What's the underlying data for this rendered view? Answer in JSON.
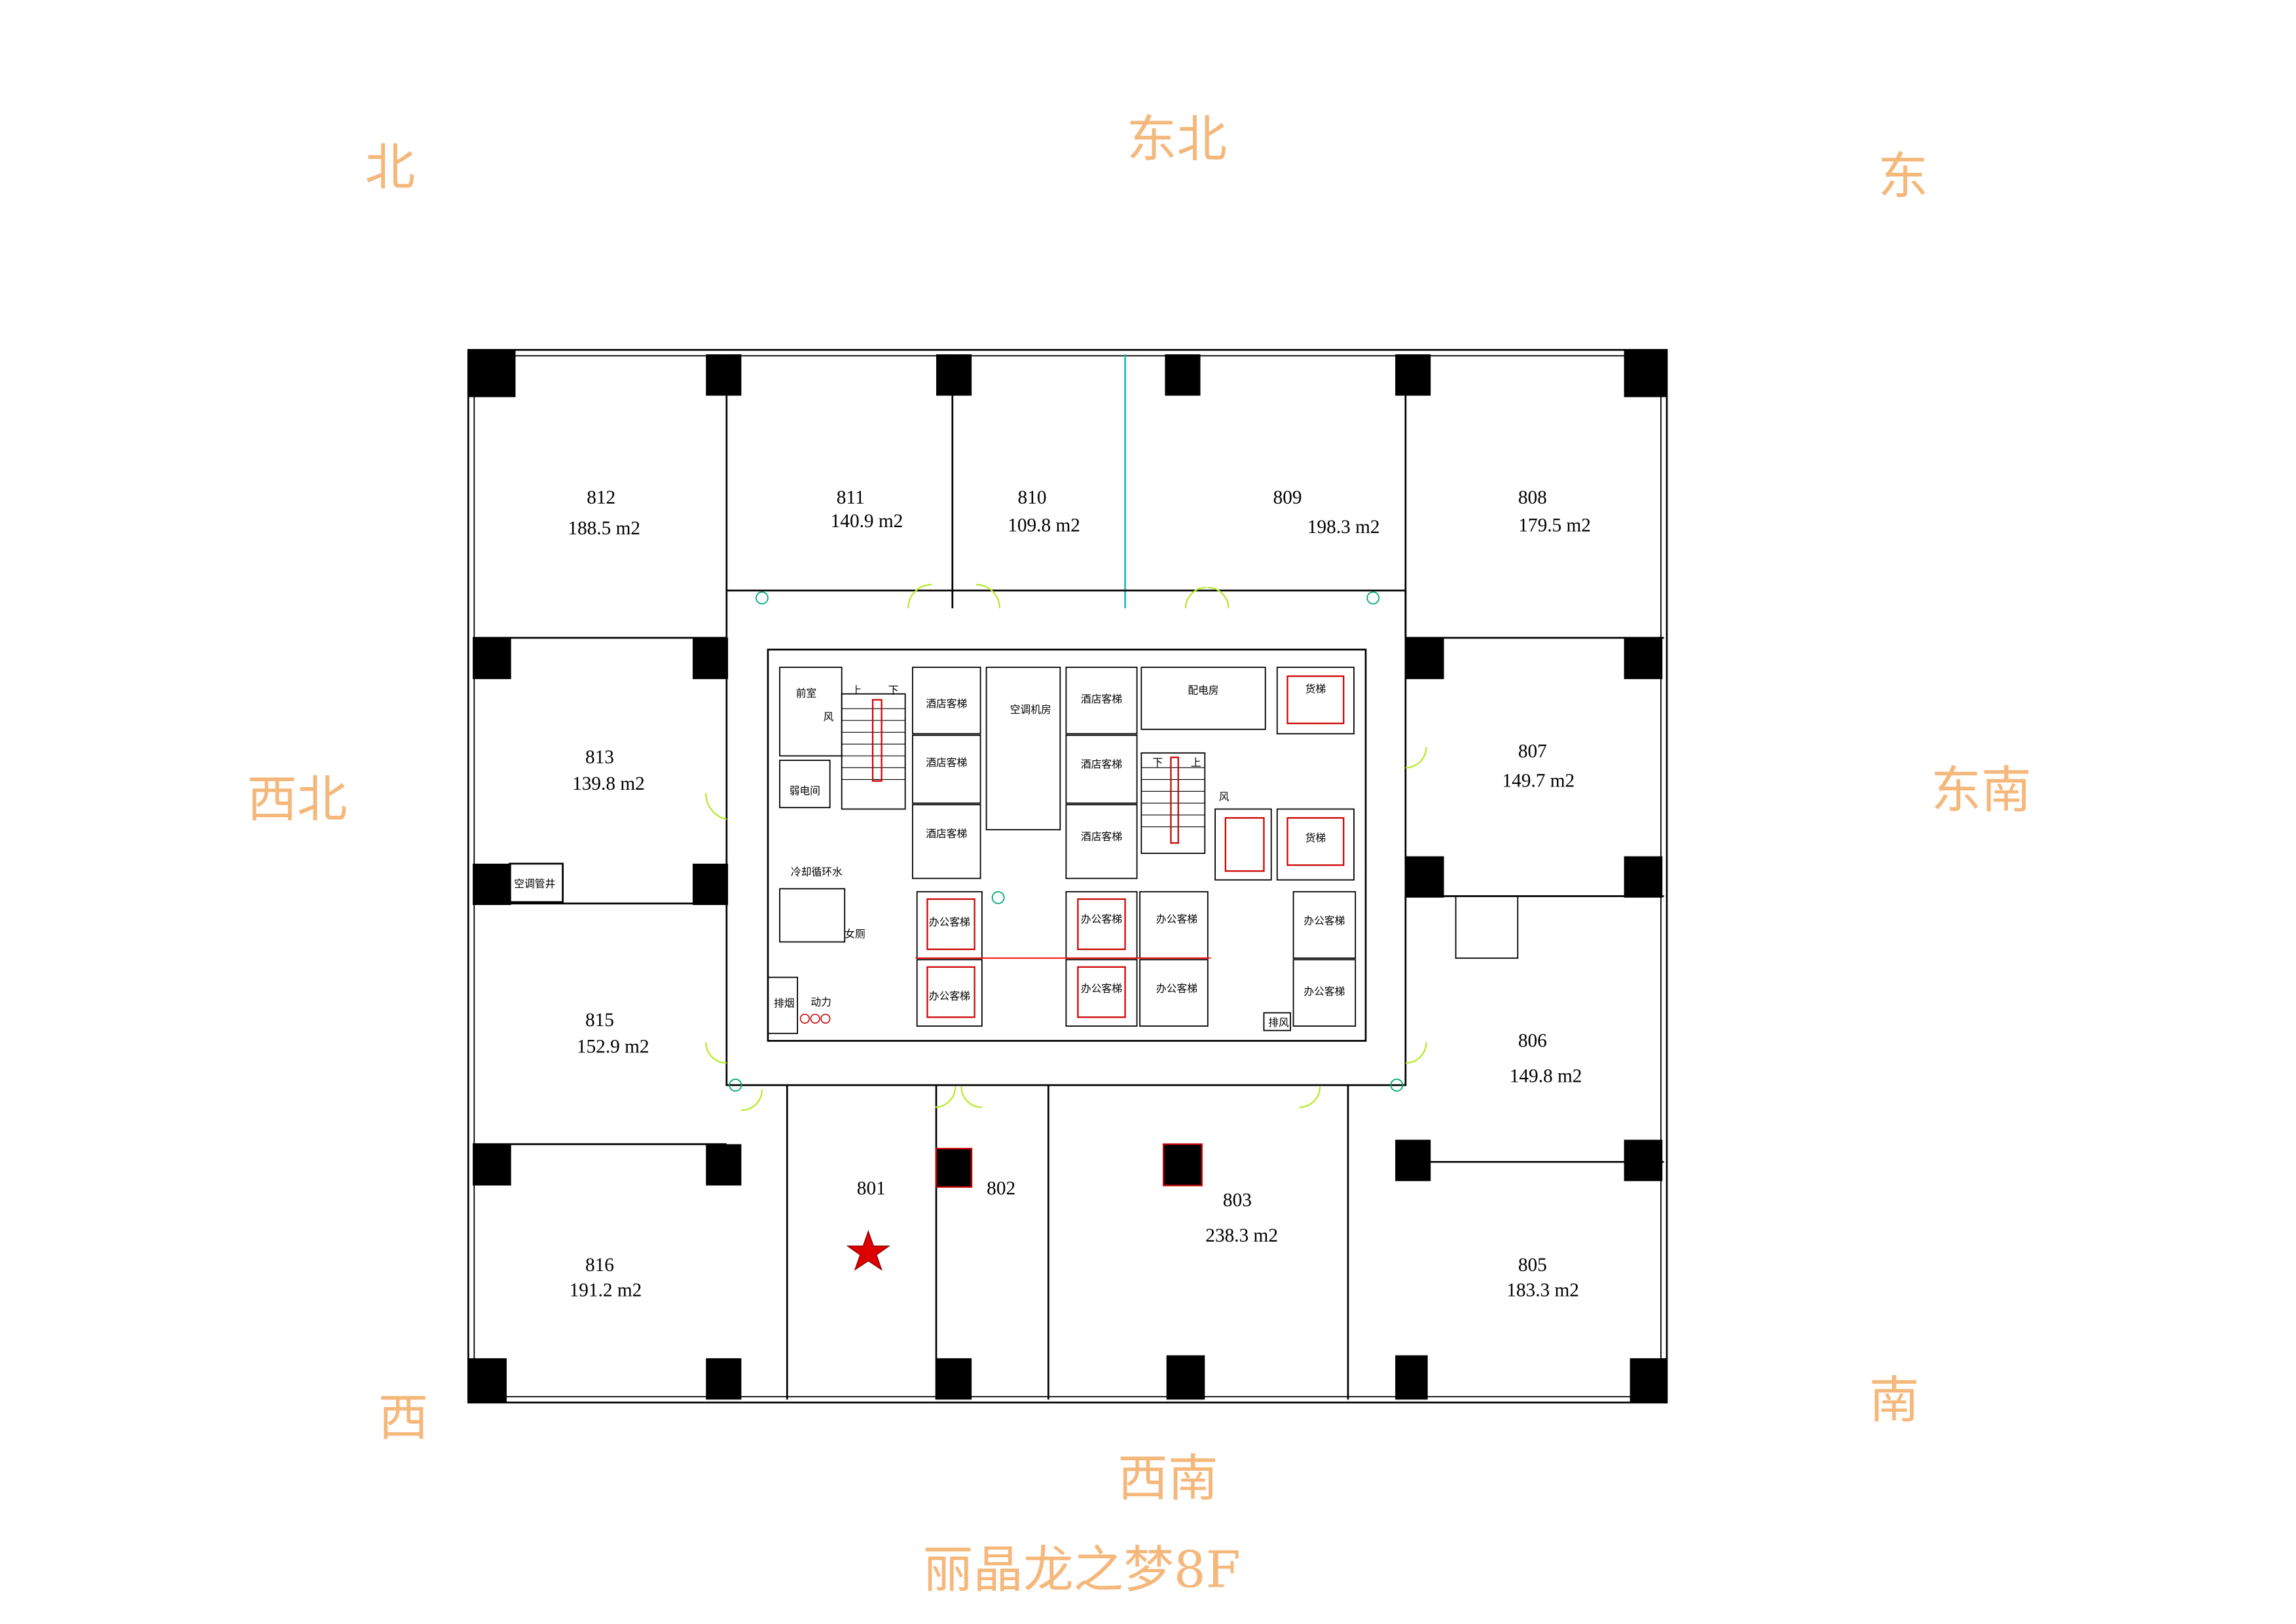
{
  "directions": {
    "north": "北",
    "northeast": "东北",
    "east": "东",
    "northwest": "西北",
    "southeast": "东南",
    "west": "西",
    "southwest": "西南",
    "south": "南"
  },
  "title": "丽晶龙之梦8F",
  "units": [
    {
      "id": "812",
      "area": "188.5 m2"
    },
    {
      "id": "811",
      "area": "140.9 m2"
    },
    {
      "id": "810",
      "area": "109.8 m2"
    },
    {
      "id": "809",
      "area": "198.3 m2"
    },
    {
      "id": "808",
      "area": "179.5 m2"
    },
    {
      "id": "813",
      "area": "139.8 m2"
    },
    {
      "id": "807",
      "area": "149.7 m2"
    },
    {
      "id": "815",
      "area": "152.9 m2"
    },
    {
      "id": "806",
      "area": "149.8 m2"
    },
    {
      "id": "816",
      "area": "191.2 m2"
    },
    {
      "id": "801"
    },
    {
      "id": "802"
    },
    {
      "id": "803",
      "area": "238.3 m2"
    },
    {
      "id": "805",
      "area": "183.3 m2"
    }
  ],
  "core_labels": {
    "ac_shaft": "空调管井",
    "anteroom": "前室",
    "weak_current": "弱电间",
    "cooling_water": "冷却循环水",
    "womens_wc": "女厕",
    "smoke_exhaust": "排烟",
    "power": "动力",
    "ac_room": "空调机房",
    "distribution": "配电房",
    "hotel_elevator": "酒店客梯",
    "office_elevator": "办公客梯",
    "freight_elevator": "货梯",
    "up": "上",
    "down": "下",
    "wind": "风",
    "exhaust": "排风"
  },
  "marker": {
    "unit": "801",
    "icon": "star-icon",
    "color": "#dd0000"
  }
}
